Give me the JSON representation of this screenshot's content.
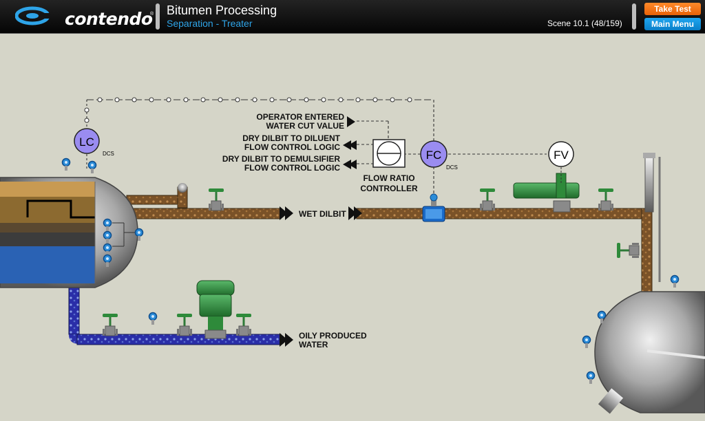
{
  "header": {
    "brand": "contendo",
    "title": "Bitumen Processing",
    "subtitle": "Separation - Treater",
    "scene": "Scene 10.1 (48/159)",
    "take_test_label": "Take Test",
    "main_menu_label": "Main Menu"
  },
  "diagram": {
    "lc": "LC",
    "lc_tag": "DCS",
    "fc": "FC",
    "fc_tag": "DCS",
    "fv": "FV",
    "ratio_controller": [
      "FLOW RATIO",
      "CONTROLLER"
    ],
    "operator_entered": [
      "OPERATOR ENTERED",
      "WATER CUT VALUE"
    ],
    "diluent_logic": [
      "DRY DILBIT TO DILUENT",
      "FLOW CONTROL LOGIC"
    ],
    "demulsifier_logic": [
      "DRY DILBIT TO DEMULSIFIER",
      "FLOW CONTROL LOGIC"
    ],
    "wet_dilbit": "WET DILBIT",
    "oily_water": [
      "OILY PRODUCED",
      "WATER"
    ]
  },
  "colors": {
    "background": "#d5d5c8",
    "brand_blue": "#2ea4e8",
    "take_test": "#f07010",
    "main_menu": "#0e8fdc",
    "controller": "#9a8cf0",
    "valve_green": "#2e8a3a"
  }
}
